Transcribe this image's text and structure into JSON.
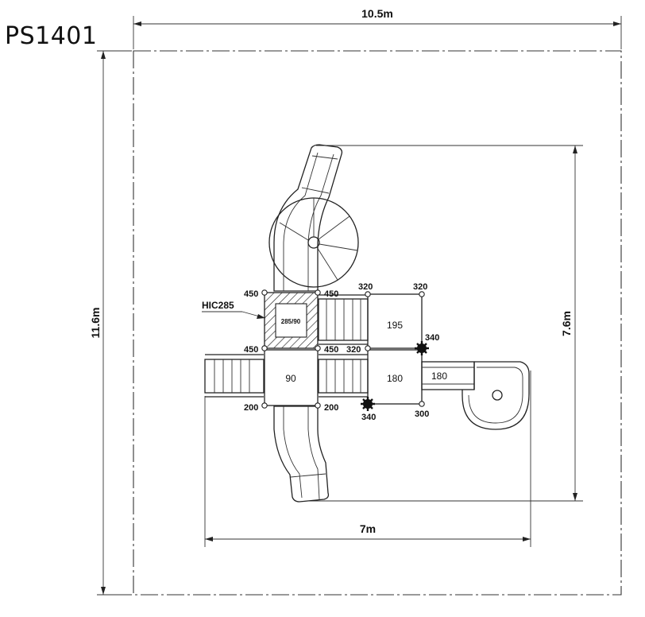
{
  "model_code": "PS1401",
  "area": {
    "width_label": "10.5m",
    "depth_label": "11.6m"
  },
  "equipment": {
    "width_label": "7m",
    "depth_label": "7.6m"
  },
  "part_label": "HIC285",
  "platform_small_label": "285/90",
  "platforms": {
    "center": "90",
    "upper_right": "195",
    "lower_right": "180",
    "bridge": "180"
  },
  "heights": {
    "tl": "450",
    "tr": "450",
    "ml": "450",
    "mr": "450",
    "bl": "200",
    "br": "200",
    "r1": "320",
    "r2": "320",
    "r3": "320",
    "r4": "340",
    "r5": "340",
    "r6": "300"
  }
}
